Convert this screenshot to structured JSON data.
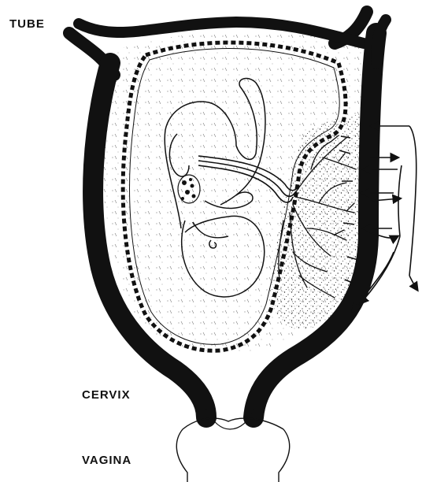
{
  "labels": {
    "tube": "TUBE",
    "cervix": "CERVIX",
    "vagina": "VAGINA"
  },
  "colors": {
    "ink": "#111111",
    "background": "#ffffff"
  }
}
